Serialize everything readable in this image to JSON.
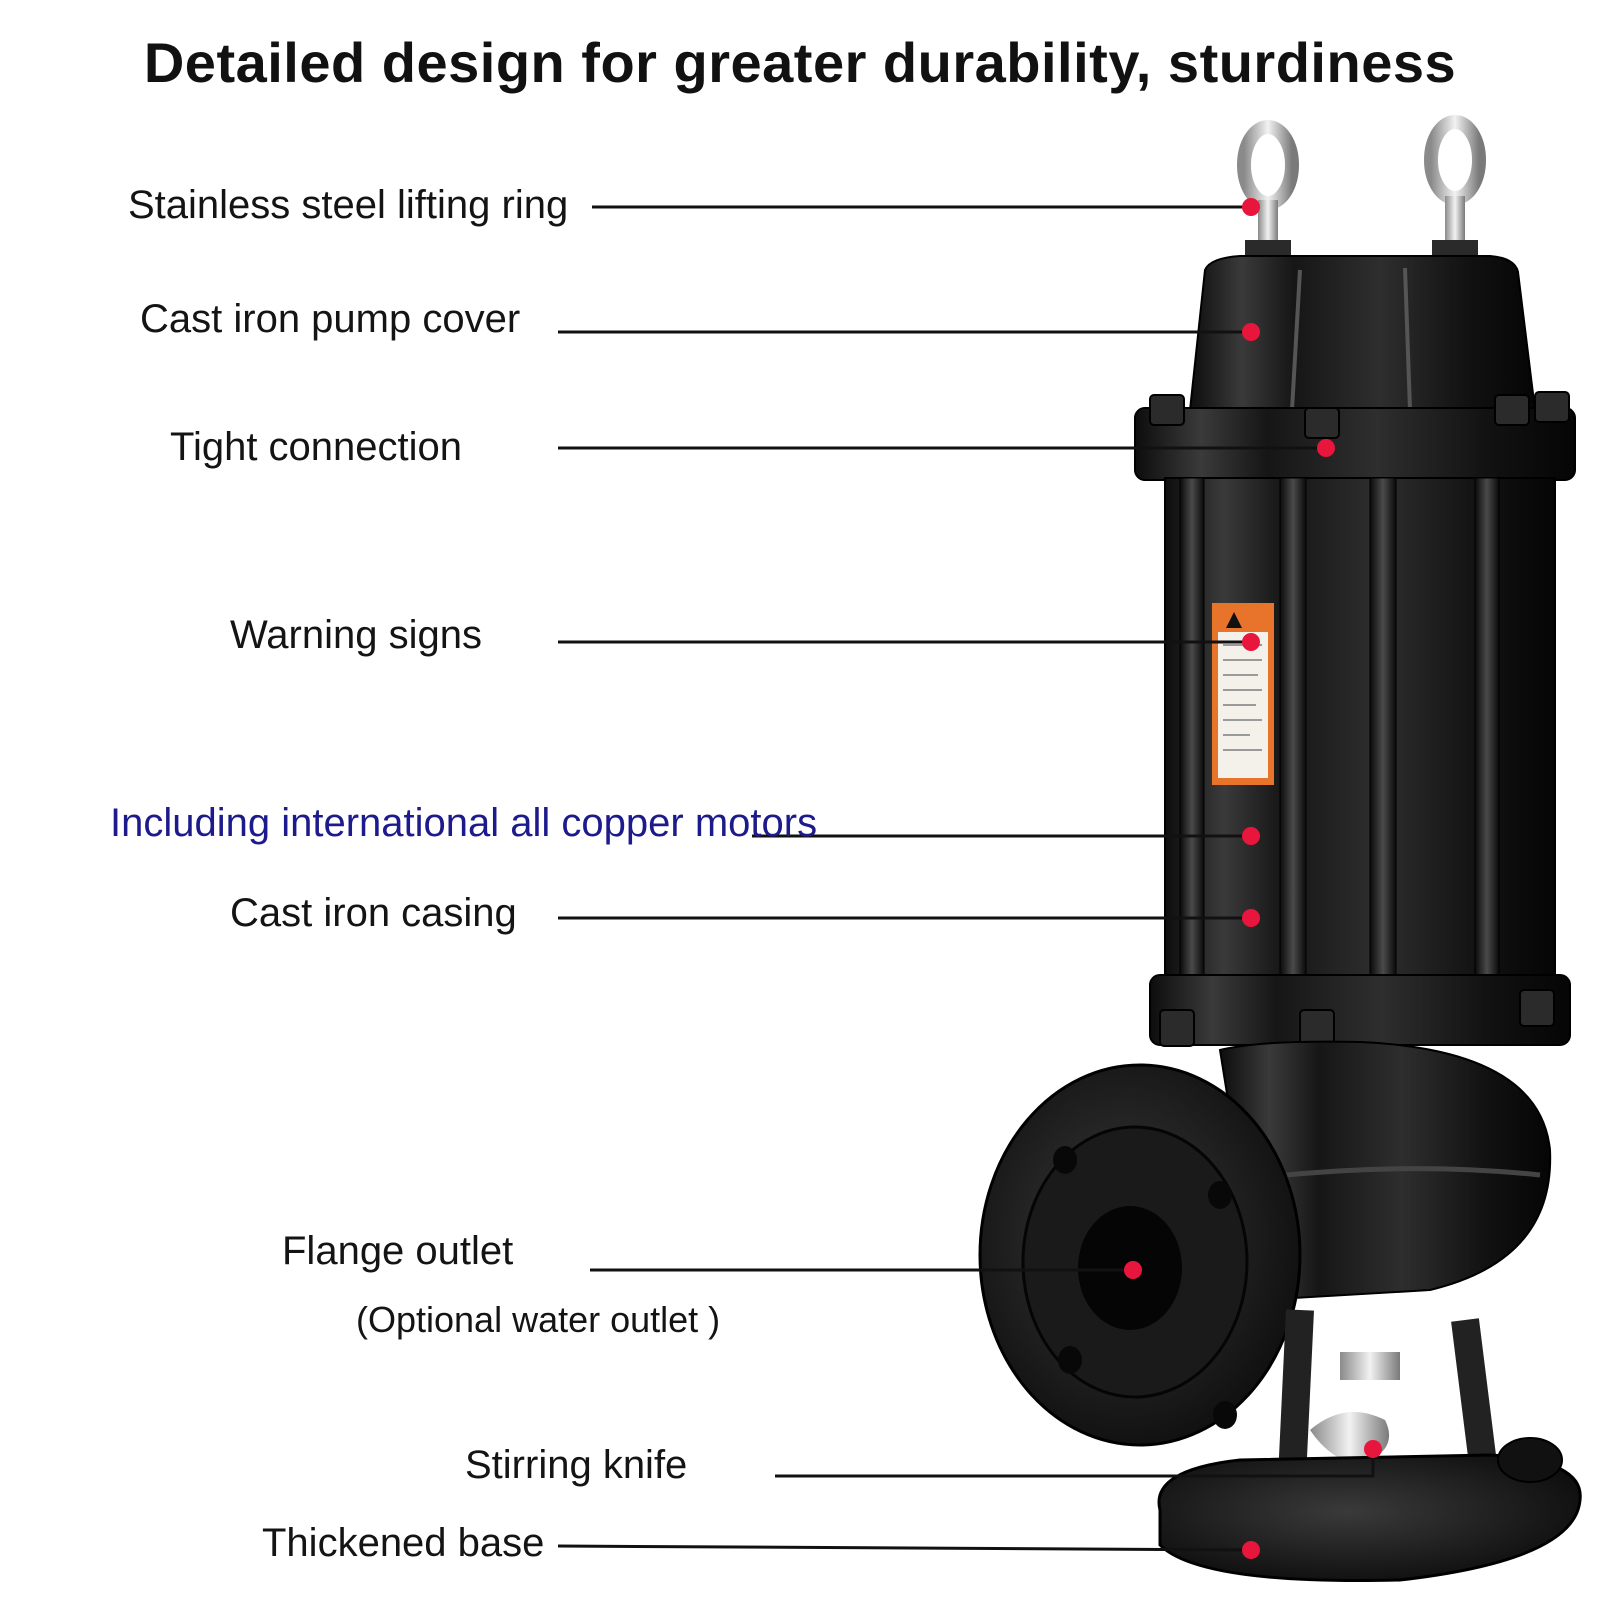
{
  "title": "Detailed design for greater durability, sturdiness",
  "colors": {
    "leader_line": "#111111",
    "marker_dot": "#e8163c",
    "highlight_text": "#1d1a8c",
    "pump_body": "#1c1c1c",
    "warning_label": "#e8732a"
  },
  "callouts": [
    {
      "id": "lifting-ring",
      "label": "Stainless steel lifting ring"
    },
    {
      "id": "pump-cover",
      "label": "Cast iron pump cover"
    },
    {
      "id": "tight-connection",
      "label": "Tight connection"
    },
    {
      "id": "warning-signs",
      "label": "Warning signs"
    },
    {
      "id": "copper-motors",
      "label": "Including international all copper motors",
      "highlight": true
    },
    {
      "id": "casing",
      "label": "Cast iron casing"
    },
    {
      "id": "flange-outlet",
      "label": "Flange outlet",
      "note": "(Optional water outlet )"
    },
    {
      "id": "stirring-knife",
      "label": "Stirring knife"
    },
    {
      "id": "base",
      "label": "Thickened base"
    }
  ]
}
